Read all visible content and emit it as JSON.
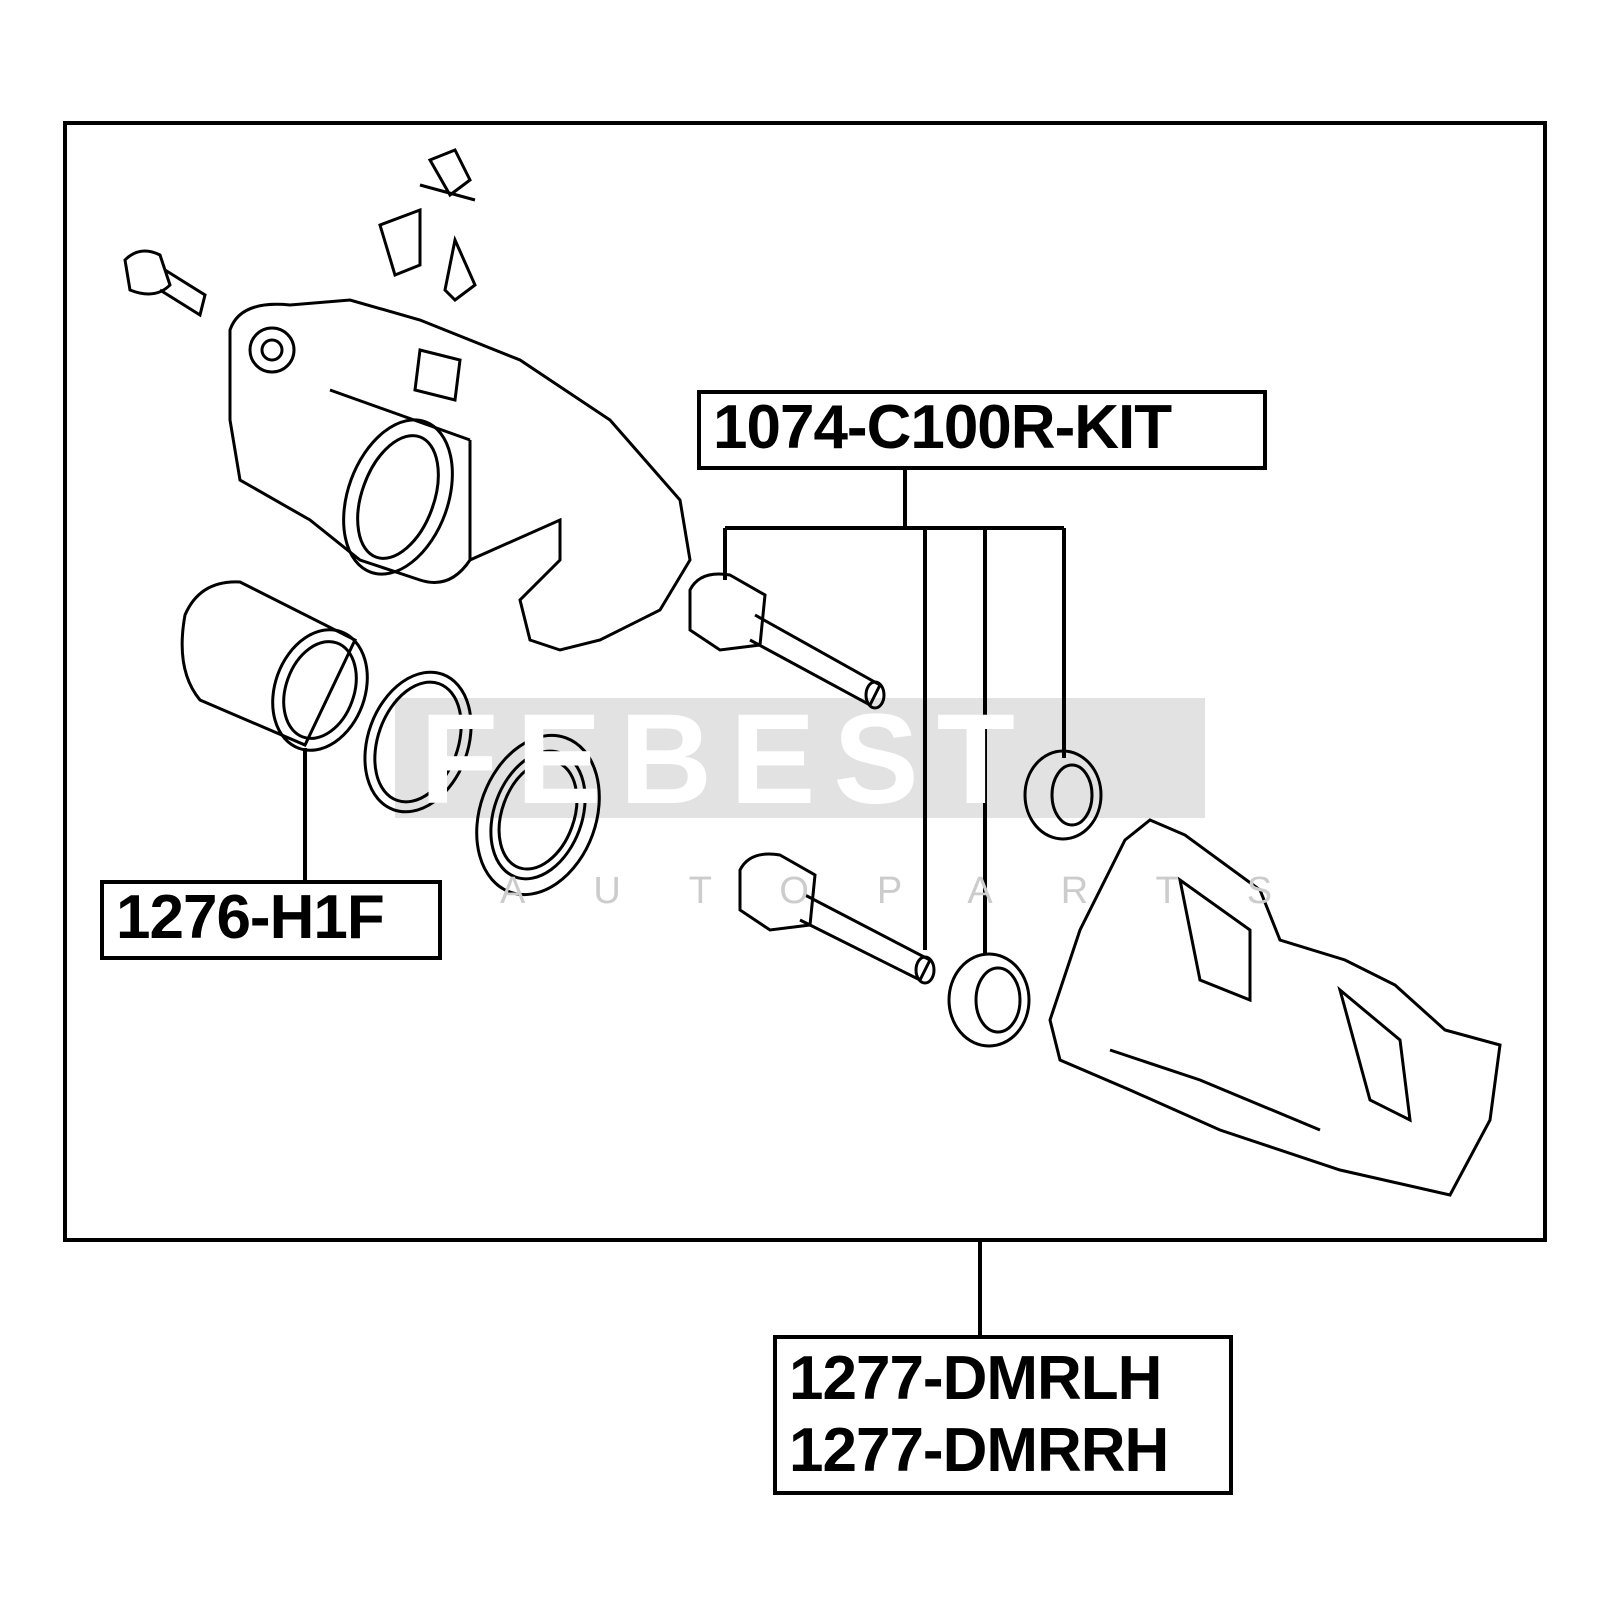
{
  "watermark": {
    "brand": "FEBEST",
    "tagline": "AUTOPARTS"
  },
  "parts": {
    "guide_pin_kit": "1074-C100R-KIT",
    "piston": "1276-H1F",
    "caliper_lh": "1277-DMRLH",
    "caliper_rh": "1277-DMRRH"
  }
}
